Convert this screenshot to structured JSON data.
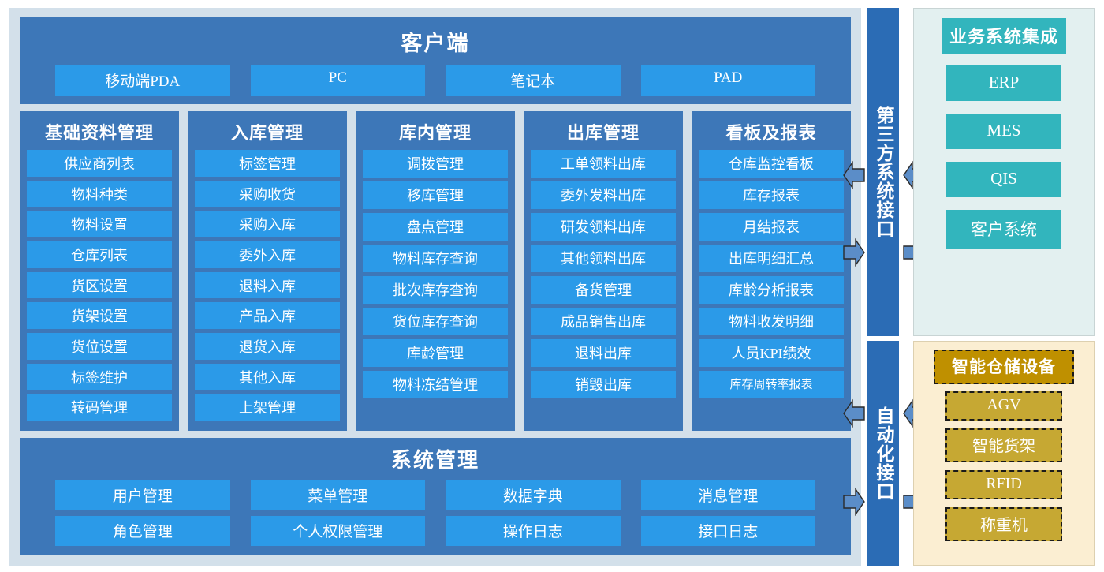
{
  "client": {
    "title": "客户端",
    "devices": [
      "移动端PDA",
      "PC",
      "笔记本",
      "PAD"
    ]
  },
  "modules": [
    {
      "head": "基础资料管理",
      "items": [
        "供应商列表",
        "物料种类",
        "物料设置",
        "仓库列表",
        "货区设置",
        "货架设置",
        "货位设置",
        "标签维护",
        "转码管理"
      ]
    },
    {
      "head": "入库管理",
      "items": [
        "标签管理",
        "采购收货",
        "采购入库",
        "委外入库",
        "退料入库",
        "产品入库",
        "退货入库",
        "其他入库",
        "上架管理"
      ]
    },
    {
      "head": "库内管理",
      "items": [
        "调拨管理",
        "移库管理",
        "盘点管理",
        "物料库存查询",
        "批次库存查询",
        "货位库存查询",
        "库龄管理",
        "物料冻结管理"
      ]
    },
    {
      "head": "出库管理",
      "items": [
        "工单领料出库",
        "委外发料出库",
        "研发领料出库",
        "其他领料出库",
        "备货管理",
        "成品销售出库",
        "退料出库",
        "销毁出库"
      ]
    },
    {
      "head": "看板及报表",
      "items": [
        "仓库监控看板",
        "库存报表",
        "月结报表",
        "出库明细汇总",
        "库龄分析报表",
        "物料收发明细",
        "人员KPI绩效",
        "库存周转率报表"
      ]
    }
  ],
  "system": {
    "title": "系统管理",
    "row1": [
      "用户管理",
      "菜单管理",
      "数据字典",
      "消息管理"
    ],
    "row2": [
      "角色管理",
      "个人权限管理",
      "操作日志",
      "接口日志"
    ]
  },
  "interfaces": {
    "third_party": "第三方系统接口",
    "automation": "自动化接口"
  },
  "business_integration": {
    "title": "业务系统集成",
    "items": [
      "ERP",
      "MES",
      "QIS",
      "客户系统"
    ]
  },
  "smart_equipment": {
    "title": "智能仓储设备",
    "items": [
      "AGV",
      "智能货架",
      "RFID",
      "称重机"
    ]
  },
  "colors": {
    "background": "#d3e0ea",
    "panel_blue": "#3d77b8",
    "chip_blue": "#2b9ae8",
    "interface_blue": "#2b6cb5",
    "arrow_blue": "#5b8dc8",
    "teal": "#32b5bd",
    "teal_panel_bg": "#e3f0f0",
    "gold_title": "#bf9000",
    "gold_chip": "#c6a833",
    "gold_panel_bg": "#fbeed2"
  }
}
